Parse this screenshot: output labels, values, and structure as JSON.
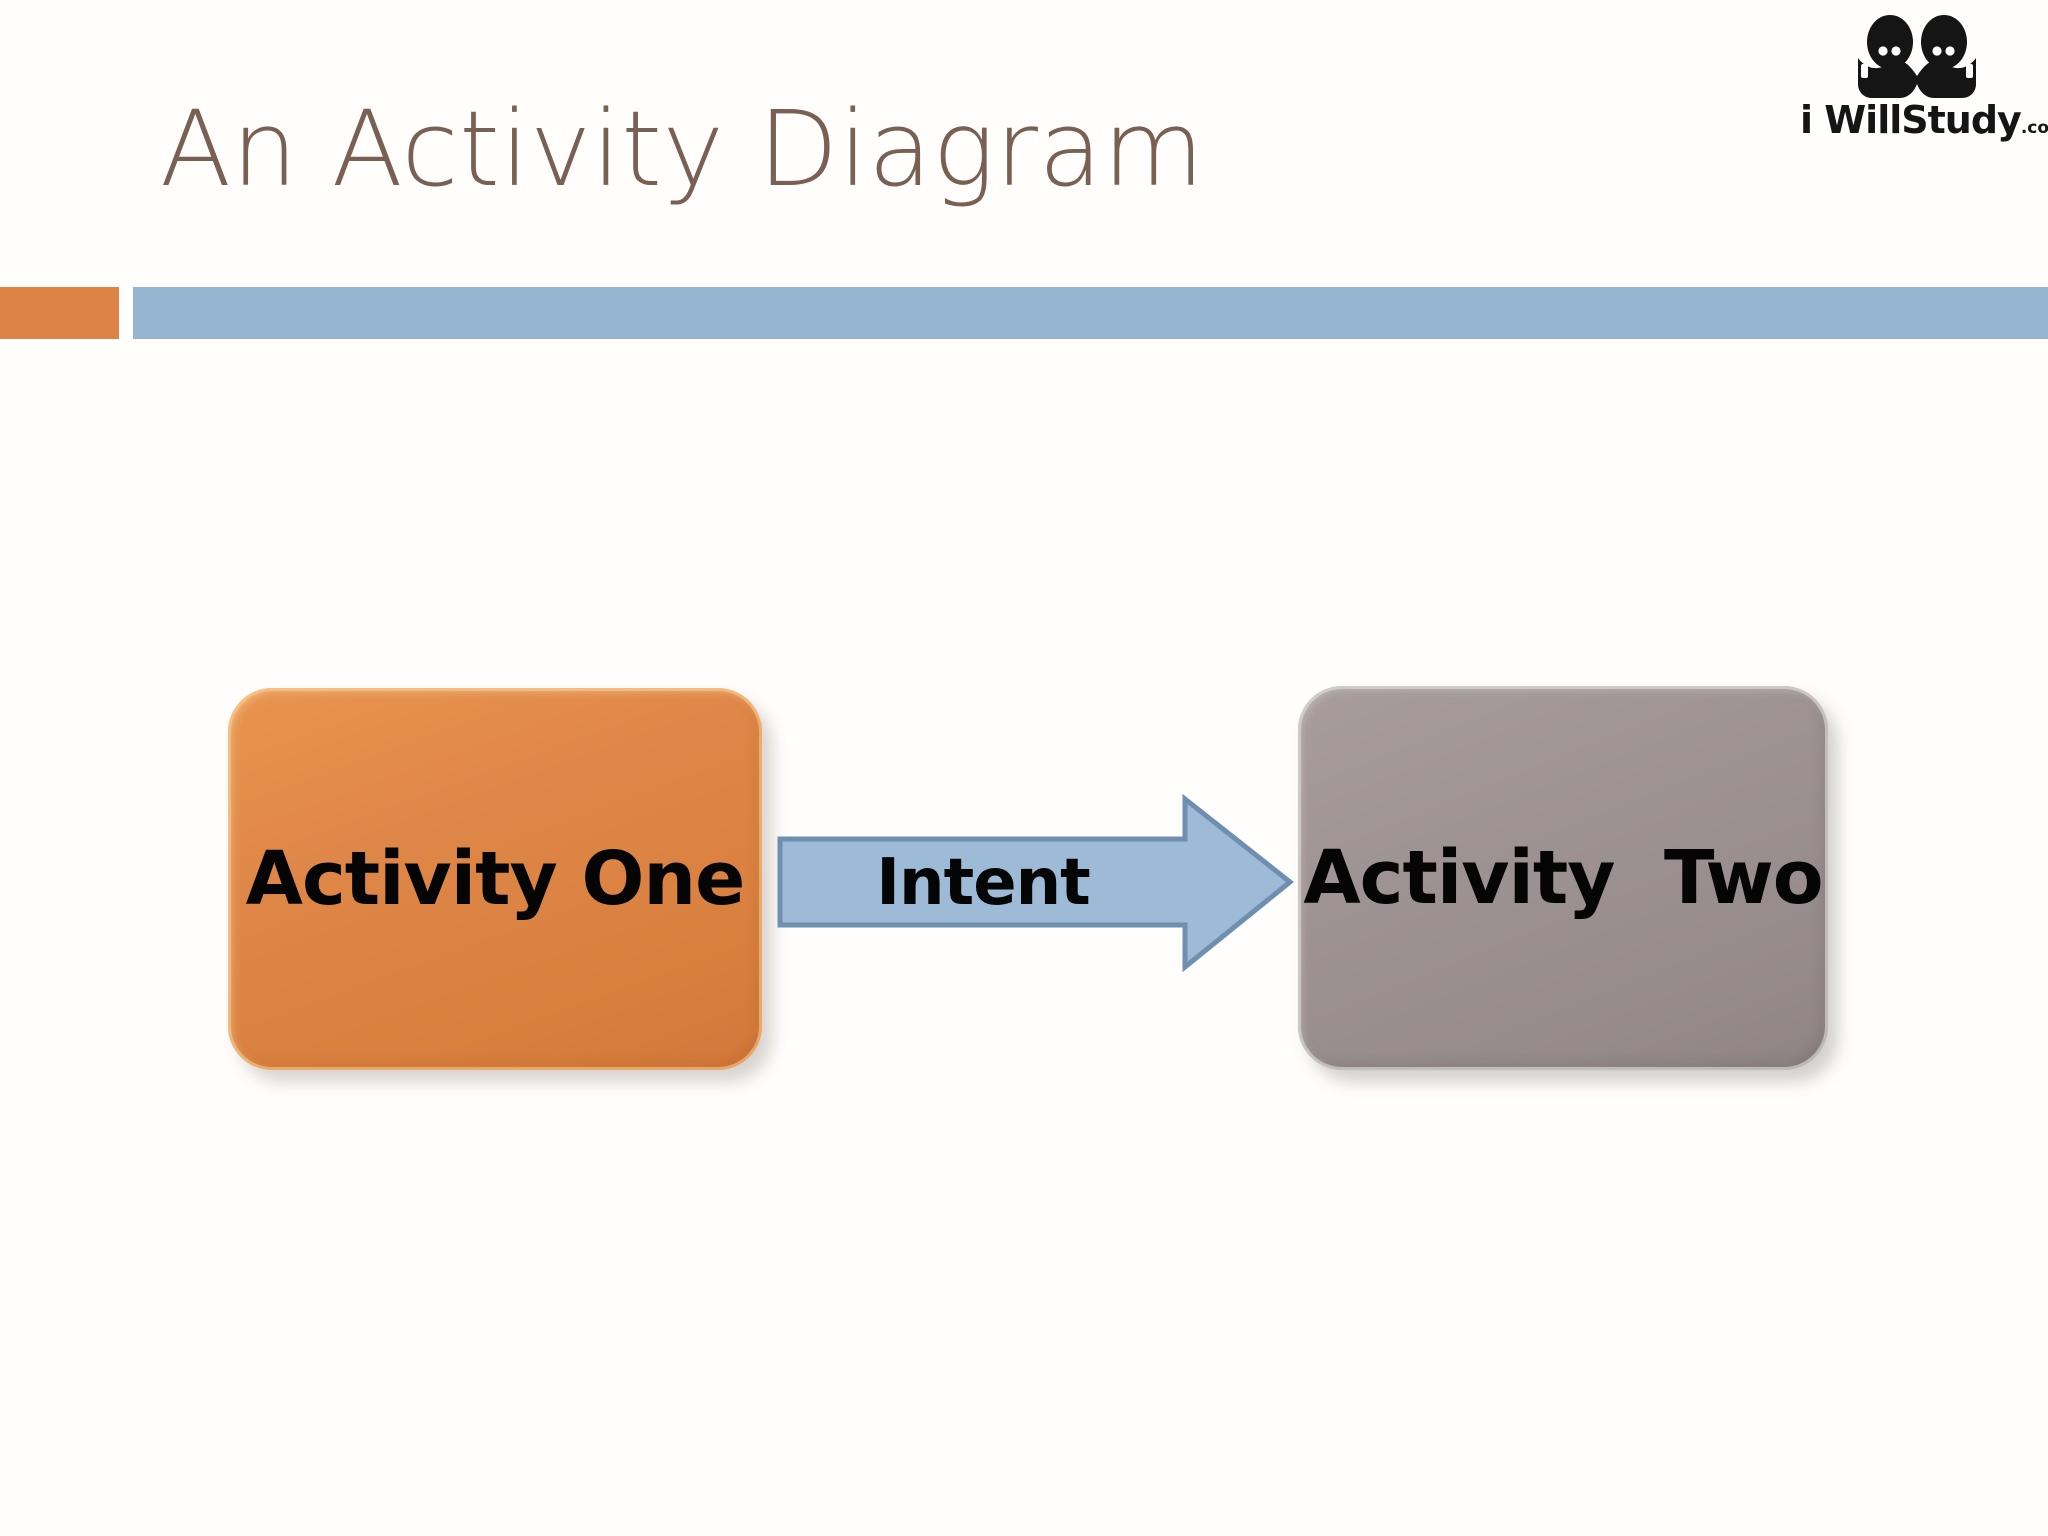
{
  "slide": {
    "title": "An Activity Diagram",
    "background_color": "#FFFEFC",
    "title_color": "#7A6052"
  },
  "logo": {
    "mark_name": "owl-logo-mark",
    "wordmark": "i WillStudy",
    "suffix": ".com",
    "color": "#151515"
  },
  "divider": {
    "accent_color": "#DD8345",
    "bar_color": "#94B4D0"
  },
  "diagram": {
    "type": "activity-diagram",
    "nodes": [
      {
        "id": "activity-one",
        "label": "Activity One",
        "fill_color": "#DF8748",
        "text_color": "#050505"
      },
      {
        "id": "activity-two",
        "label": "Activity  Two",
        "fill_color": "#9C9193",
        "text_color": "#050505"
      }
    ],
    "edges": [
      {
        "id": "intent-arrow",
        "label": "Intent",
        "from": "activity-one",
        "to": "activity-two",
        "direction": "right",
        "fill_color": "#9DBAD6",
        "stroke_color": "#6E8FAF",
        "text_color": "#050505"
      }
    ]
  }
}
